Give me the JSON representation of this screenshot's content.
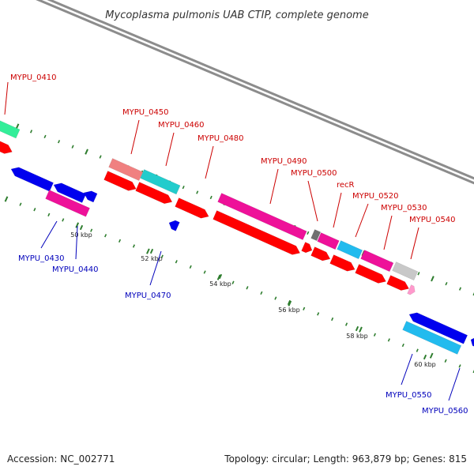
{
  "title": "Mycoplasma pulmonis UAB CTIP, complete genome",
  "footer": {
    "accession": "Accession: NC_002771",
    "summary": "Topology: circular; Length: 963,879 bp; Genes: 815"
  },
  "colors": {
    "backbone": "#8c8c8c",
    "forward_label": "#cc0000",
    "reverse_label": "#0000bb",
    "tick_mark": "#2e7d2e",
    "cds_red": "#ff0000",
    "cds_blue": "#0000ee",
    "cog_magenta": "#ee1199",
    "cog_cyan": "#22cccc",
    "cog_salmon": "#f08080",
    "cog_skyblue": "#22bbee",
    "cog_green": "#33ee99",
    "cog_grey": "#c8c8c8",
    "cog_darkgrey": "#707070",
    "cog_pink": "#ff99cc"
  },
  "scale_labels": [
    "50 kbp",
    "52 kbp",
    "54 kbp",
    "56 kbp",
    "58 kbp",
    "60 kbp"
  ],
  "forward_gene_labels": [
    "MYPU_0410",
    "MYPU_0450",
    "MYPU_0460",
    "MYPU_0480",
    "MYPU_0490",
    "MYPU_0500",
    "recR",
    "MYPU_0520",
    "MYPU_0530",
    "MYPU_0540"
  ],
  "reverse_gene_labels": [
    "MYPU_0430",
    "MYPU_0440",
    "MYPU_0470",
    "MYPU_0550",
    "MYPU_0560"
  ]
}
